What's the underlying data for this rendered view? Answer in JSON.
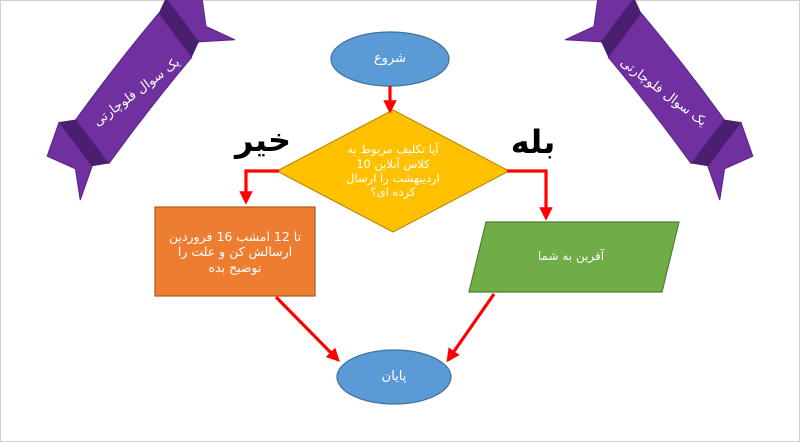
{
  "flowchart": {
    "start": "شروع",
    "decision": {
      "lines": [
        "آیا تکلیف مربوط به",
        "کلاس آنلاین 10",
        "اردیبهشت را ارسال",
        "کرده ای؟"
      ]
    },
    "no_label": "خیر",
    "yes_label": "بله",
    "no_action": {
      "lines": [
        "تا 12 امشب 16 فروردین",
        "ارسالش کن و علت را",
        "توضیح بده"
      ]
    },
    "yes_action": "آفرین به شما",
    "end": "پایان"
  },
  "banners": {
    "left": "یک سوال فلوچارتی",
    "right": "یک سوال فلوچارتی"
  },
  "colors": {
    "start_end_fill": "#5b9bd5",
    "decision_fill": "#ffc000",
    "no_action_fill": "#ed7d31",
    "yes_action_fill": "#70ad47",
    "arrow": "#ff0000",
    "banner_fill": "#7030a0",
    "banner_dark": "#4b1f70"
  }
}
